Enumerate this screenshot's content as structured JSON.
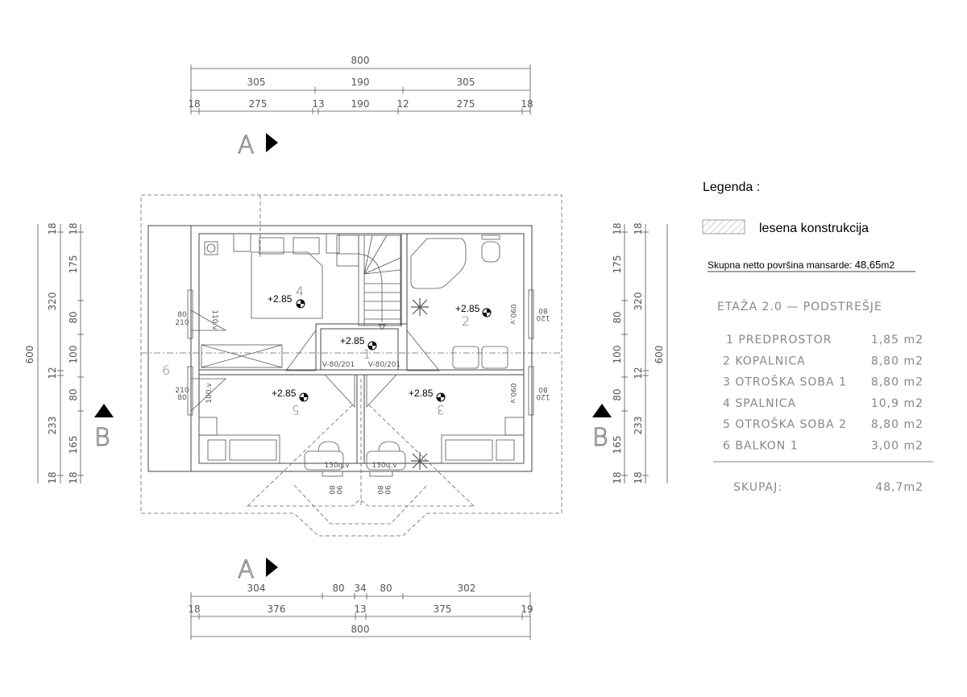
{
  "dimensions": {
    "top": {
      "total": "800",
      "row2": [
        "305",
        "190",
        "305"
      ],
      "row3": [
        "18",
        "275",
        "13",
        "190",
        "12",
        "275",
        "18"
      ]
    },
    "bottom": {
      "row1": [
        "304",
        "80",
        "34",
        "80",
        "302"
      ],
      "row2": [
        "18",
        "376",
        "13",
        "375",
        "19"
      ],
      "total": "800"
    },
    "left": {
      "total": "600",
      "row2": [
        "18",
        "320",
        "12",
        "233",
        "18"
      ],
      "row3": [
        "18",
        "175",
        "80",
        "100",
        "80",
        "165",
        "18"
      ]
    },
    "right": {
      "total": "600",
      "row2": [
        "18",
        "320",
        "12",
        "233",
        "18"
      ],
      "row3": [
        "18",
        "175",
        "80",
        "100",
        "80",
        "165",
        "18"
      ]
    }
  },
  "section_markers": {
    "a": "A",
    "b": "B"
  },
  "plan": {
    "level": "+2.85",
    "rooms": [
      "1",
      "2",
      "3",
      "4",
      "5",
      "6"
    ],
    "doors": {
      "hall": "V-80/201",
      "left_upper": [
        "80",
        "210"
      ],
      "left_lower": [
        "210",
        "80"
      ],
      "right": [
        "120",
        "80"
      ],
      "sill_upper": "110.v",
      "sill_lower": "100.v",
      "sill_right": "090.v"
    },
    "windows": {
      "sill": "130q.v",
      "dims": [
        "80",
        "90"
      ]
    }
  },
  "legend": {
    "title": "Legenda :",
    "hatch_label": "lesena konstrukcija",
    "summary_label": "Skupna netto površina  mansarde:",
    "summary_value": "48,65",
    "summary_unit": "m2"
  },
  "table": {
    "title": "ETAŽA 2.0 — PODSTREŠJE",
    "rows": [
      {
        "name": "1 PREDPROSTOR",
        "area": "1,85  m2"
      },
      {
        "name": "2 KOPALNICA",
        "area": "8,80  m2"
      },
      {
        "name": "3 OTROŠKA  SOBA 1",
        "area": "8,80  m2"
      },
      {
        "name": "4 SPALNICA",
        "area": "10,9  m2"
      },
      {
        "name": "5 OTROŠKA  SOBA 2",
        "area": "8,80  m2"
      },
      {
        "name": "6 BALKON  1",
        "area": "3,00  m2"
      }
    ],
    "total_label": "SKUPAJ:",
    "total_value": "48,7m2"
  }
}
